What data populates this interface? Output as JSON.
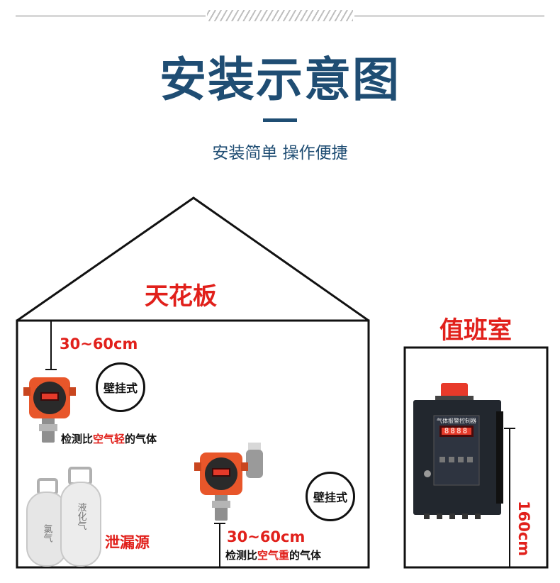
{
  "header": {
    "title": "安装示意图",
    "subtitle": "安装简单 操作便捷"
  },
  "house": {
    "ceiling_label": "天花板",
    "distance_top": "30~60cm",
    "mount_badge_1": "壁挂式",
    "mount_badge_2": "壁挂式",
    "light_gas_prefix": "检测比",
    "light_gas_highlight": "空气轻",
    "light_gas_suffix": "的气体",
    "distance_bottom": "30~60cm",
    "heavy_gas_prefix": "检测比",
    "heavy_gas_highlight": "空气重",
    "heavy_gas_suffix": "的气体",
    "leak_source": "泄漏源",
    "cylinder_1_label": "氯气",
    "cylinder_2_label": "液化气"
  },
  "duty_room": {
    "label": "值班室",
    "controller_title": "气体报警控制器",
    "display_digits": "8888",
    "height": "160cm"
  },
  "colors": {
    "title_blue": "#1f4d73",
    "accent_red": "#e1201b",
    "detector_orange": "#e8562a"
  }
}
